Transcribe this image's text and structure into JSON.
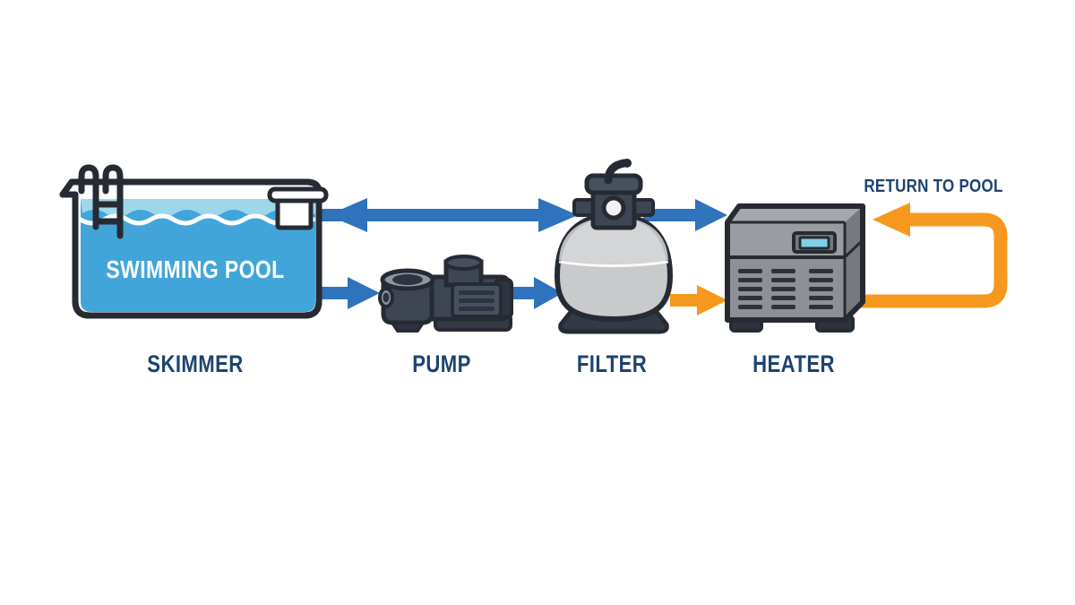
{
  "pool": {
    "water_label": "SWIMMING POOL"
  },
  "labels": {
    "skimmer": "SKIMMER",
    "pump": "PUMP",
    "filter": "FILTER",
    "heater": "HEATER"
  },
  "annotations": {
    "return_to_pool": "RETURN TO POOL"
  },
  "components": [
    {
      "id": "swimming-pool-with-skimmer",
      "label": "SKIMMER"
    },
    {
      "id": "pump",
      "label": "PUMP"
    },
    {
      "id": "sand-filter",
      "label": "FILTER"
    },
    {
      "id": "heater",
      "label": "HEATER"
    }
  ],
  "flow": {
    "connections": [
      {
        "from": "pool-skimmer",
        "to": "filter-valve",
        "color": "blue",
        "direction": "double-headed",
        "row": "top"
      },
      {
        "from": "pool",
        "to": "pump",
        "color": "blue",
        "direction": "right",
        "row": "bottom"
      },
      {
        "from": "pump",
        "to": "filter",
        "color": "blue",
        "direction": "right",
        "row": "bottom"
      },
      {
        "from": "filter-valve",
        "to": "heater",
        "color": "blue",
        "direction": "right",
        "row": "top"
      },
      {
        "from": "filter",
        "to": "heater",
        "color": "orange",
        "direction": "right",
        "row": "bottom"
      },
      {
        "from": "heater-outlet",
        "to": "heater-top",
        "color": "orange",
        "direction": "left",
        "row": "return-loop"
      }
    ]
  },
  "colors": {
    "water": "#41a5da",
    "water-light": "#9ed7ea",
    "arrow-blue": "#2e73bb",
    "arrow-orange": "#f6981d",
    "label-navy": "#1d4370",
    "outline": "#262b33",
    "filter-gray": "#c9cacb",
    "filter-gray-light": "#d6d7d9",
    "equip-dark": "#3e4654",
    "equip-darker": "#2d3340",
    "equip-mid": "#47505f",
    "metal-light": "#8d96a3",
    "heater-top": "#a6a7ac",
    "heater-front-upper": "#9a9ca2",
    "heater-front-lower": "#8e9096",
    "heater-side": "#77797f",
    "heater-foot": "#2e333b",
    "display-cyan": "#7fd0e8",
    "base-dark": "#333a45"
  }
}
